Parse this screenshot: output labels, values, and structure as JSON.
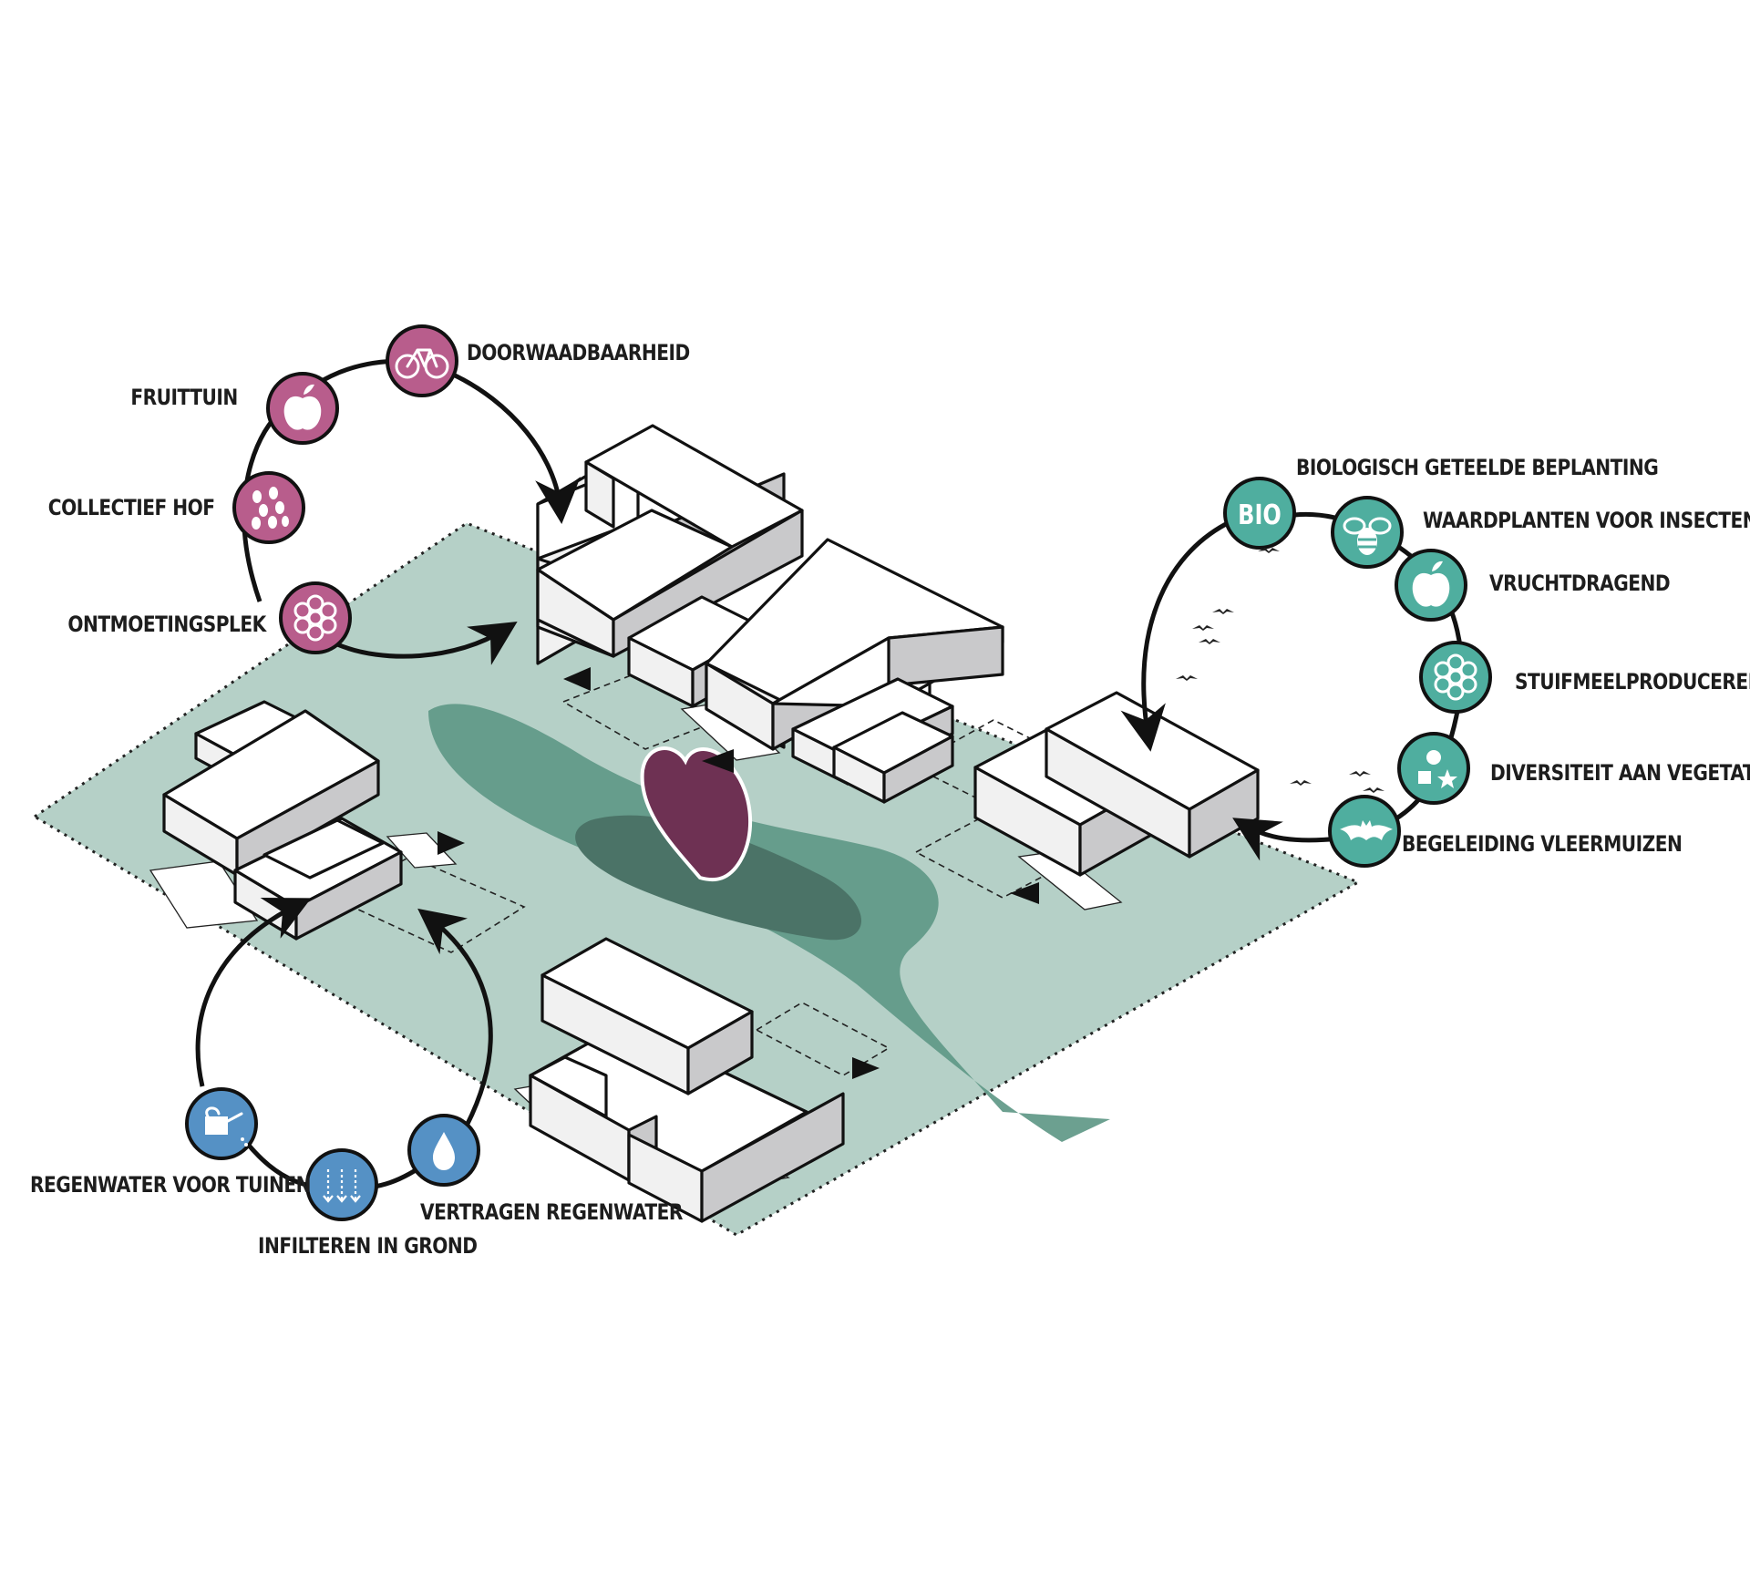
{
  "colors": {
    "ground": "#b5d0c7",
    "stream": "#5f9887",
    "stream_deep": "#4b7367",
    "heart": "#6e3153",
    "social": "#b85d8c",
    "ecology": "#4fae9f",
    "water": "#5591c5",
    "stroke": "#111111"
  },
  "social_cycle": {
    "items": [
      {
        "label": "DOORWAADBAARHEID",
        "icon": "bicycle-icon"
      },
      {
        "label": "FRUITTUIN",
        "icon": "apple-icon"
      },
      {
        "label": "COLLECTIEF HOF",
        "icon": "seeds-icon"
      },
      {
        "label": "ONTMOETINGSPLEK",
        "icon": "flower-icon"
      }
    ]
  },
  "ecology_cycle": {
    "items": [
      {
        "label": "BIOLOGISCH GETEELDE BEPLANTING",
        "icon": "bio-icon",
        "icon_text": "BIO"
      },
      {
        "label": "WAARDPLANTEN VOOR INSECTEN",
        "icon": "bee-icon"
      },
      {
        "label": "VRUCHTDRAGEND",
        "icon": "apple-icon"
      },
      {
        "label": "STUIFMEELPRODUCEREND",
        "icon": "flower-icon"
      },
      {
        "label": "DIVERSITEIT AAN VEGETATIE",
        "icon": "shapes-icon"
      },
      {
        "label": "BEGELEIDING VLEERMUIZEN",
        "icon": "bat-icon"
      }
    ]
  },
  "water_cycle": {
    "items": [
      {
        "label": "REGENWATER VOOR TUINEN",
        "icon": "watering-can-icon"
      },
      {
        "label": "INFILTEREN IN GROND",
        "icon": "infiltration-icon"
      },
      {
        "label": "VERTRAGEN REGENWATER",
        "icon": "water-drop-icon"
      }
    ]
  }
}
